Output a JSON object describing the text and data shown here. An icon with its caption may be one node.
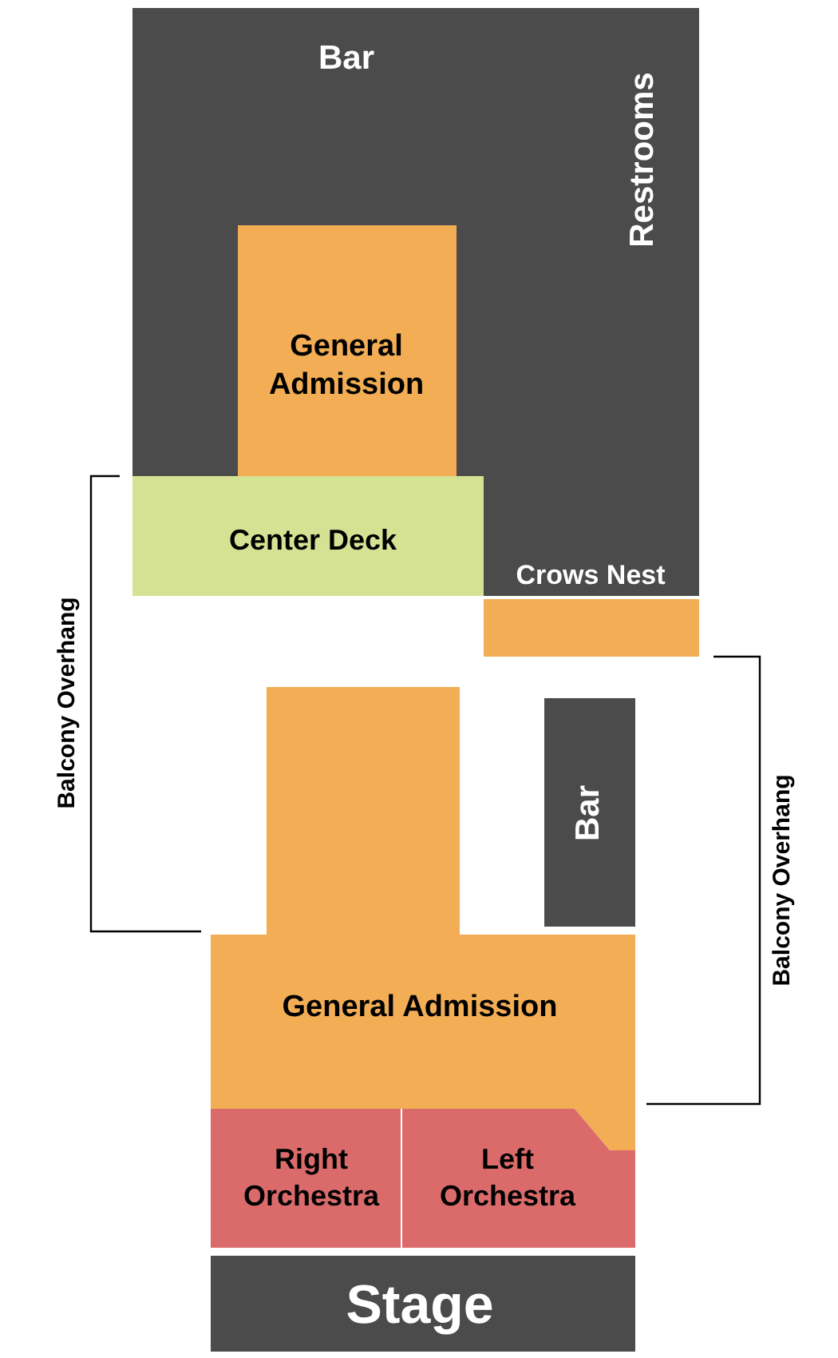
{
  "diagram": {
    "nodes": [
      {
        "text": [
          "Bar",
          "Restrooms",
          "Crows Nest"
        ]
      },
      {
        "text": [
          "General Admission"
        ],
        "in": 0
      },
      {
        "text": [
          "Center Deck"
        ]
      },
      {
        "text": [],
        "shape": "bar"
      },
      {
        "text": [
          "Bar"
        ]
      },
      {
        "text": [
          "General Admission"
        ]
      },
      {
        "text": [
          "Right Orchestra"
        ]
      },
      {
        "text": [
          "Left Orchestra"
        ]
      },
      {
        "text": [
          "Stage"
        ]
      }
    ],
    "edges": [],
    "labels": [
      "Balcony Overhang",
      "Balcony Overhang"
    ]
  }
}
